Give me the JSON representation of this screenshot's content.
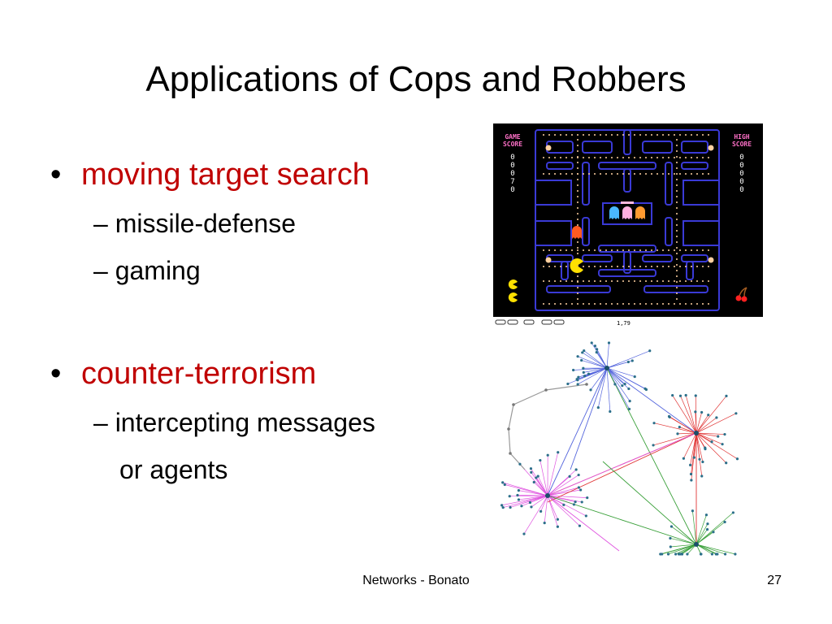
{
  "slide": {
    "title": "Applications of Cops and Robbers",
    "bullets": [
      {
        "marker": "•",
        "text": "moving target search",
        "subitems": [
          "– missile-defense",
          "– gaming"
        ]
      },
      {
        "marker": "•",
        "text": "counter-terrorism",
        "subitems": [
          "– intercepting messages"
        ],
        "continuation": "or agents"
      }
    ],
    "footer": {
      "center": "Networks - Bonato",
      "page": "27"
    }
  },
  "game": {
    "left_label_1": "GAME",
    "left_label_2": "SCORE",
    "right_label_1": "HIGH",
    "right_label_2": "SCORE",
    "score": [
      "0",
      "0",
      "0",
      "7",
      "0"
    ],
    "high_score": [
      "0",
      "0",
      "0",
      "0",
      "0"
    ],
    "bottom_text": "1,79"
  },
  "colors": {
    "accent_red": "#c00000",
    "maze_blue": "#3a3ad6",
    "pac_yellow": "#ffe000",
    "net_blue": "#5566dd",
    "net_red": "#e03535",
    "net_magenta": "#e055e0",
    "net_green": "#3aa03a",
    "net_gray": "#999999"
  }
}
